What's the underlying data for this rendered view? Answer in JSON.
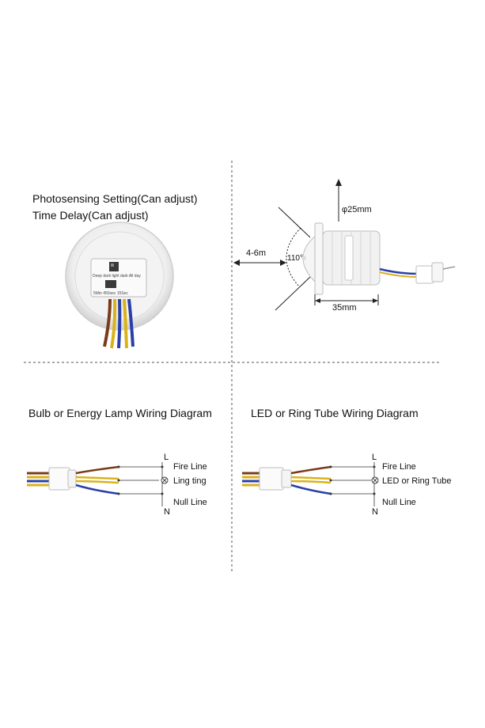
{
  "top_left": {
    "line1": "Photosensing Setting(Can adjust)",
    "line2": "Time Delay(Can adjust)",
    "device_text_1": "Deep dark light dark All day",
    "device_text_2": "5Min 450sec 15Sec"
  },
  "top_right": {
    "diameter": "φ25mm",
    "range": "4-6m",
    "angle": "110°",
    "length": "35mm"
  },
  "bulb_diagram": {
    "title": "Bulb or Energy Lamp Wiring Diagram",
    "L": "L",
    "fire": "Fire Line",
    "load": "Ling ting",
    "null": "Null Line",
    "N": "N"
  },
  "led_diagram": {
    "title": "LED or Ring Tube Wiring Diagram",
    "L": "L",
    "fire": "Fire Line",
    "load": "LED or Ring Tube",
    "null": "Null Line",
    "N": "N"
  },
  "colors": {
    "brown": "#7a3b1a",
    "yellow": "#d9b21c",
    "blue": "#2a3fa8",
    "divider": "#555555"
  }
}
